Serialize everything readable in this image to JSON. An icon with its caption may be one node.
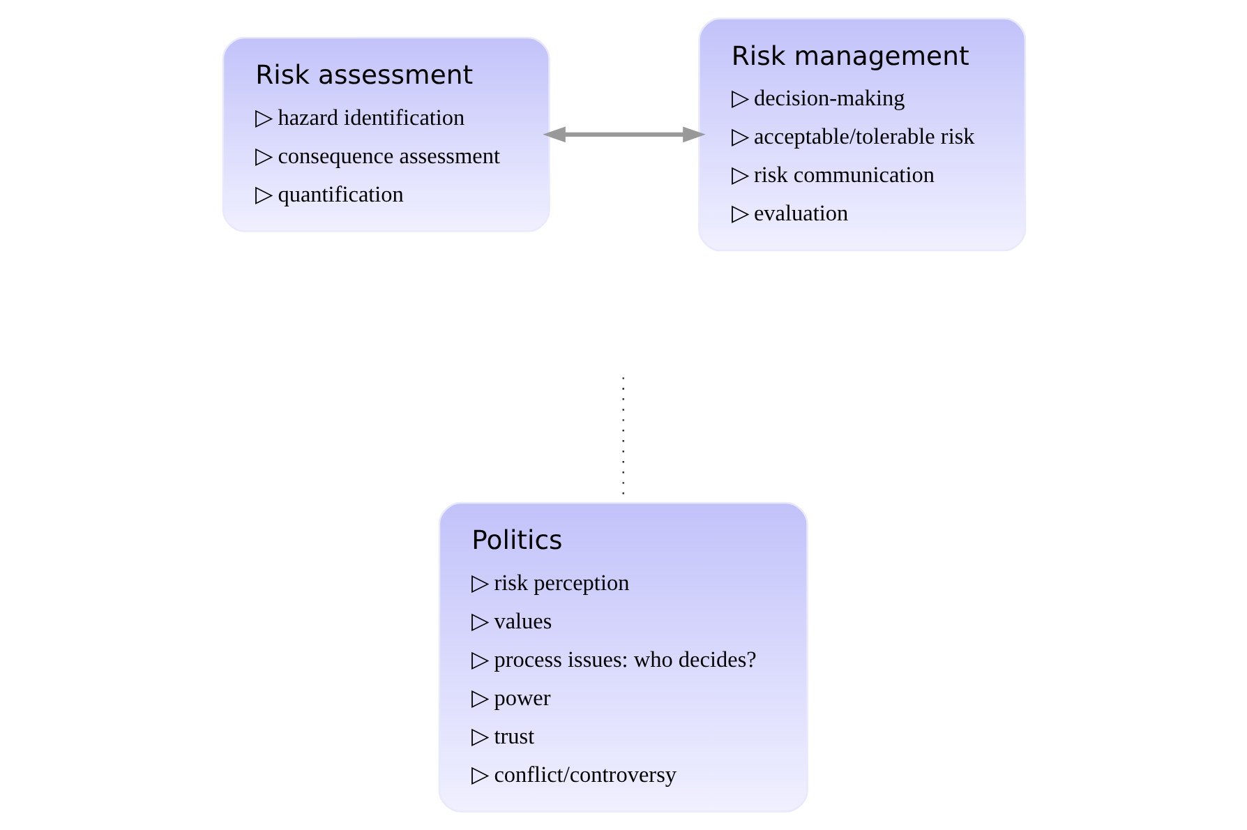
{
  "diagram": {
    "nodes": [
      {
        "text": [
          "Risk assessment",
          "▷ hazard identification",
          "▷ consequence assessment",
          "▷ quantification"
        ]
      },
      {
        "text": [
          "Risk management",
          "▷ decision-making",
          "▷ acceptable/tolerable risk",
          "▷ risk communication",
          "▷ evaluation"
        ]
      },
      {
        "text": [
          "Politics",
          "▷ risk perception",
          "▷ values",
          "▷ process issues: who decides?",
          "▷ power",
          "▷ trust",
          "▷ conflict/controversy"
        ]
      }
    ],
    "edges": [
      {
        "from": 0,
        "to": 1,
        "arrow": "both",
        "style": "thick",
        "color": "#999999"
      },
      {
        "from": null,
        "to": 2,
        "arrow": "none",
        "style": "dashed",
        "color": "#333333"
      }
    ]
  }
}
